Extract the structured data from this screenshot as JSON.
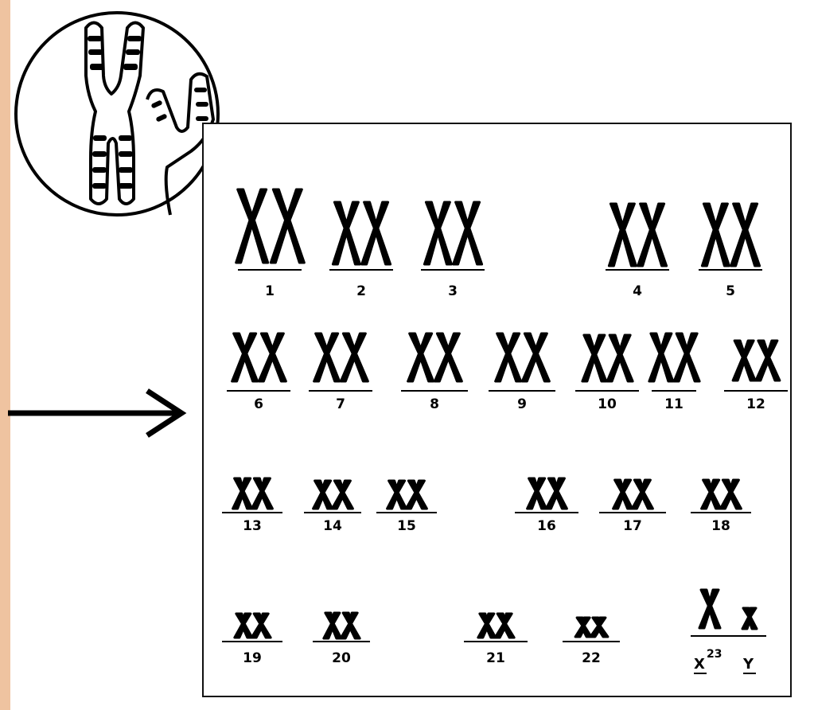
{
  "colors": {
    "left_strip": "#efc3a0",
    "ink": "#000000",
    "background": "#ffffff"
  },
  "karyotype": {
    "pairs": [
      "1",
      "2",
      "3",
      "4",
      "5",
      "6",
      "7",
      "8",
      "9",
      "10",
      "11",
      "12",
      "13",
      "14",
      "15",
      "16",
      "17",
      "18",
      "19",
      "20",
      "21",
      "22"
    ],
    "sex_chromosomes": {
      "x": "X",
      "number": "23",
      "y": "Y"
    }
  },
  "icons": {
    "zoom": "chromosome-magnified-icon",
    "arrow": "right-arrow-icon"
  }
}
